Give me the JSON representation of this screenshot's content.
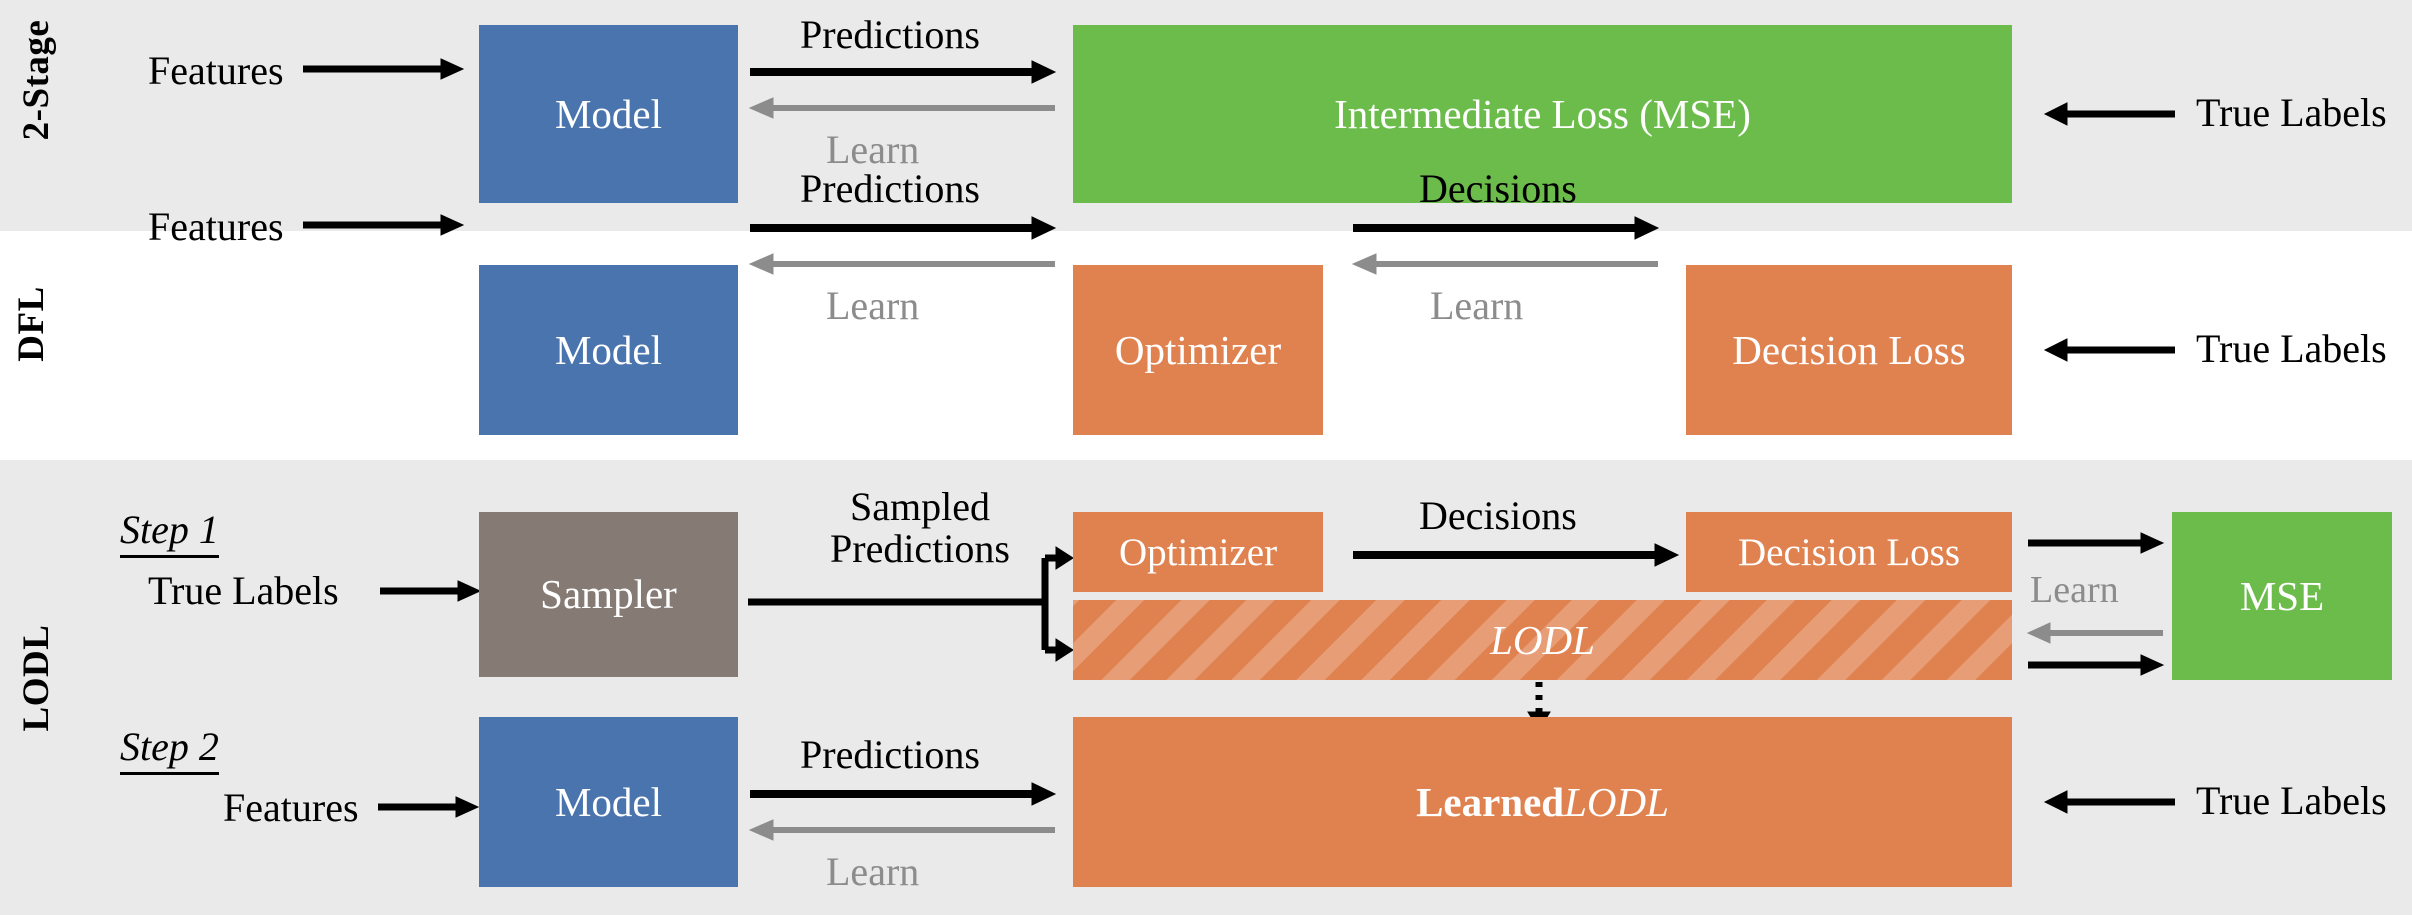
{
  "figure": {
    "type": "diagram",
    "title": "Comparison of 2-Stage, DFL and LODL training pipelines",
    "colors": {
      "background_band": "#eaeaea",
      "background_alt": "#ffffff",
      "model_blue": "#4a74ae",
      "loss_green": "#6cbc4c",
      "decision_orange": "#e0824f",
      "sampler_taupe": "#857a74",
      "arrow_black": "#000000",
      "arrow_gray": "#8c8c8c",
      "block_text": "#ffffff"
    }
  },
  "rows": {
    "two_stage": {
      "label": "2-Stage",
      "features_label": "Features",
      "model_label": "Model",
      "predictions_label": "Predictions",
      "learn_label": "Learn",
      "loss_label": "Intermediate Loss (MSE)",
      "true_labels_label": "True Labels"
    },
    "dfl": {
      "label": "DFL",
      "features_label": "Features",
      "model_label": "Model",
      "predictions_label": "Predictions",
      "learn_label_1": "Learn",
      "optimizer_label": "Optimizer",
      "decisions_label": "Decisions",
      "learn_label_2": "Learn",
      "decision_loss_label": "Decision Loss",
      "true_labels_label": "True Labels"
    },
    "lodl": {
      "label": "LODL",
      "step1": {
        "step_label": "Step 1",
        "true_labels_label": "True Labels",
        "sampler_label": "Sampler",
        "sampled_predictions_line1": "Sampled",
        "sampled_predictions_line2": "Predictions",
        "optimizer_label": "Optimizer",
        "decisions_label": "Decisions",
        "decision_loss_label": "Decision Loss",
        "lodl_label": "LODL",
        "learn_label": "Learn",
        "mse_label": "MSE"
      },
      "step2": {
        "step_label": "Step 2",
        "features_label": "Features",
        "model_label": "Model",
        "predictions_label": "Predictions",
        "learn_label": "Learn",
        "learned_prefix": "Learned ",
        "learned_lodl_label": "LODL",
        "true_labels_label": "True Labels"
      }
    }
  }
}
